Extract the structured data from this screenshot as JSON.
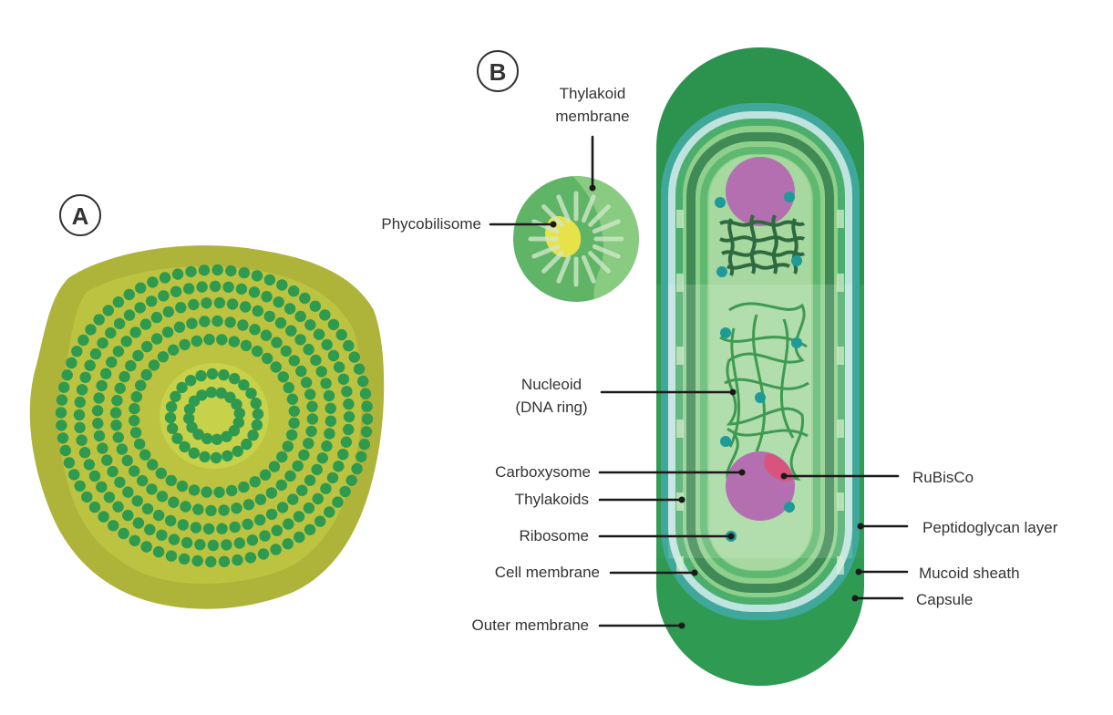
{
  "panels": {
    "a": "A",
    "b": "B"
  },
  "labels": {
    "thylakoid_membrane": [
      "Thylakoid",
      "membrane"
    ],
    "phycobilisome": "Phycobilisome",
    "nucleoid": [
      "Nucleoid",
      "(DNA ring)"
    ],
    "carboxysome": "Carboxysome",
    "thylakoids": "Thylakoids",
    "ribosome": "Ribosome",
    "cell_membrane": "Cell membrane",
    "outer_membrane": "Outer membrane",
    "rubisco": "RuBisCo",
    "peptidoglycan_layer": "Peptidoglycan layer",
    "mucoid_sheath": "Mucoid sheath",
    "capsule": "Capsule"
  },
  "colors": {
    "panel_a_body": "#aeb43a",
    "panel_a_inner": "#c8d14a",
    "dot_green": "#2e9a4f",
    "capsule_green": "#2f9a52",
    "outer_teal": "#3fa89a",
    "peptidoglycan": "#bfe3df",
    "cytoplasm": "#8fcf8c",
    "thylakoid_dark": "#3f8a55",
    "carboxysome": "#b46fb0",
    "rubisco": "#d9547c",
    "ribosome": "#1f9a9a",
    "phycobilisome": "#e8e24a"
  }
}
